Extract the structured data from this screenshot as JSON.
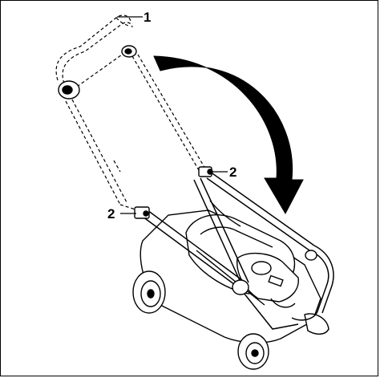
{
  "diagram": {
    "callouts": [
      {
        "id": "handle-fold-knob",
        "label": "1"
      },
      {
        "id": "upper-handle-clamp",
        "label": "2"
      },
      {
        "id": "lower-handle-clamp",
        "label": "2"
      }
    ],
    "colors": {
      "line": "#000000",
      "background": "#ffffff",
      "arrow_fill": "#000000"
    },
    "icons": {
      "fold-direction": "curved-arrow-icon"
    }
  }
}
